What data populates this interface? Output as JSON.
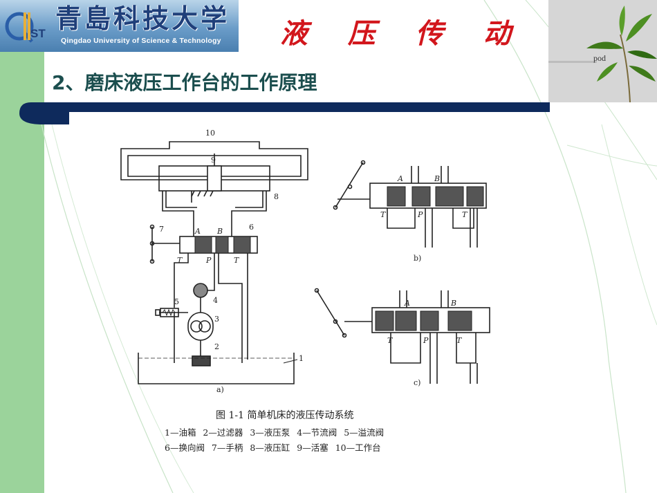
{
  "header": {
    "title": "液 压 传 动",
    "logo_text_cn": "青島科技大学",
    "logo_text_en": "Qingdao University of Science & Technology",
    "logo_emblem": "QUST"
  },
  "corner": {
    "label": "pod"
  },
  "slide": {
    "title": "2、磨床液压工作台的工作原理"
  },
  "figure": {
    "caption_title": "图 1-1   简单机床的液压传动系统",
    "legend_line1": "1—油箱  2—过滤器  3—液压泵  4—节流阀  5—溢流阀",
    "legend_line2": "6—换向阀  7—手柄  8—液压缸  9—活塞  10—工作台",
    "sub_a": "a)",
    "sub_b": "b)",
    "sub_c": "c)",
    "labels": {
      "n1": "1",
      "n2": "2",
      "n3": "3",
      "n4": "4",
      "n5": "5",
      "n6": "6",
      "n7": "7",
      "n8": "8",
      "n9": "9",
      "n10": "10",
      "A": "A",
      "B": "B",
      "P": "P",
      "T": "T"
    }
  },
  "colors": {
    "accent_red": "#d2161c",
    "title_teal": "#1b4e4e",
    "bar_navy": "#0e2a5c",
    "side_green": "#9bd39b"
  }
}
